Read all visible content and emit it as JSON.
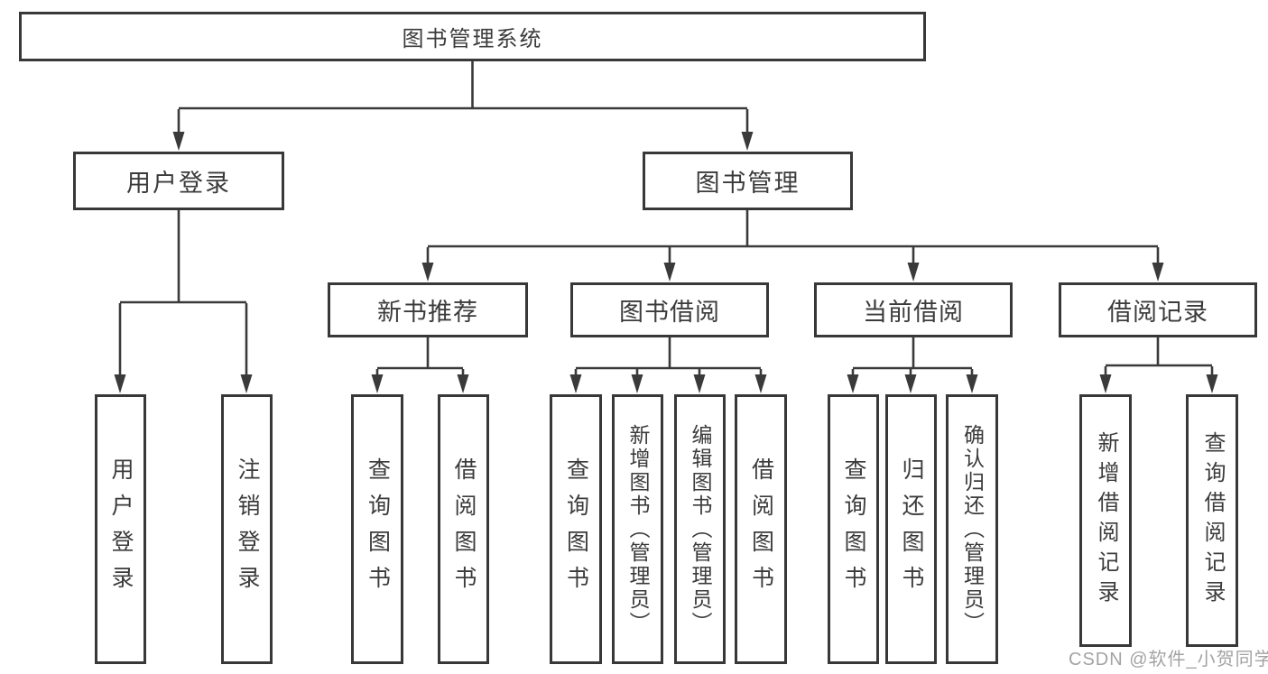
{
  "tree": {
    "root": {
      "label": "图书管理系统"
    },
    "branches": [
      {
        "label": "用户登录",
        "children": [
          {
            "label": "用户登录"
          },
          {
            "label": "注销登录"
          }
        ]
      },
      {
        "label": "图书管理",
        "sections": [
          {
            "label": "新书推荐",
            "children": [
              {
                "label": "查询图书"
              },
              {
                "label": "借阅图书"
              }
            ]
          },
          {
            "label": "图书借阅",
            "children": [
              {
                "label": "查询图书"
              },
              {
                "label": "新增图书（管理员）"
              },
              {
                "label": "编辑图书（管理员）"
              },
              {
                "label": "借阅图书"
              }
            ]
          },
          {
            "label": "当前借阅",
            "children": [
              {
                "label": "查询图书"
              },
              {
                "label": "归还图书"
              },
              {
                "label": "确认归还（管理员）"
              }
            ]
          },
          {
            "label": "借阅记录",
            "children": [
              {
                "label": "新增借阅记录"
              },
              {
                "label": "查询借阅记录"
              }
            ]
          }
        ]
      }
    ]
  },
  "watermark": {
    "text": "CSDN @软件_小贺同学",
    "color": "#a3a3a3"
  },
  "colors": {
    "line": "#3a3a3a",
    "background": "#ffffff",
    "text": "#3b3b3b"
  }
}
